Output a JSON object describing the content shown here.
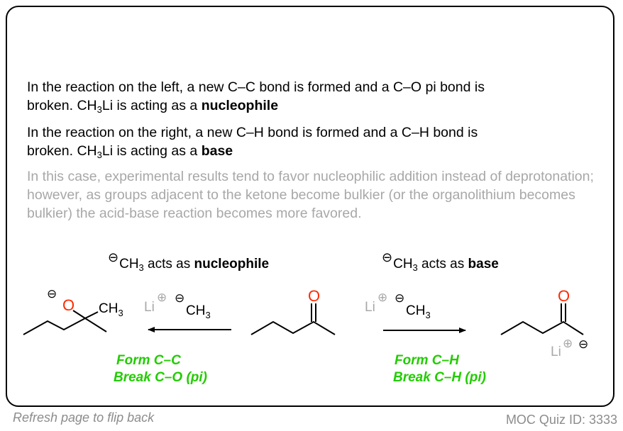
{
  "explanation": {
    "left_reaction": {
      "line1": "In the reaction on the left, a new C–C bond is formed and a C–O pi bond is",
      "line2_prefix": "broken. CH",
      "line2_sub": "3",
      "line2_mid": "Li is acting as a ",
      "line2_bold": "nucleophile"
    },
    "right_reaction": {
      "line1": "In the reaction on the right, a new C–H bond is formed and a C–H bond is",
      "line2_prefix": "broken. CH",
      "line2_sub": "3",
      "line2_mid": "Li is acting as a ",
      "line2_bold": "base"
    },
    "note": "In this case, experimental results tend to favor nucleophilic addition instead of deprotonation; however, as groups adjacent to the ketone become bulkier (or the organolithium becomes bulkier) the acid-base reaction becomes more favored."
  },
  "scheme": {
    "left_caption": {
      "minus": "⊖",
      "ch": "CH",
      "sub": "3",
      "text": " acts as ",
      "bold": "nucleophile"
    },
    "right_caption": {
      "minus": "⊖",
      "ch": "CH",
      "sub": "3",
      "text": " acts as ",
      "bold": "base"
    },
    "labels": {
      "oxygen": "O",
      "ch3": "CH",
      "ch3_sub": "3",
      "li": "Li",
      "plus": "⊕",
      "minus": "⊖"
    },
    "left_result": {
      "line1": "Form C–C",
      "line2": "Break C–O (pi)"
    },
    "right_result": {
      "line1": "Form C–H",
      "line2": "Break C–H (pi)"
    },
    "colors": {
      "oxygen": "#ff2a00",
      "green": "#22cc00",
      "grey": "#a8a8a8"
    }
  },
  "footer": {
    "refresh": "Refresh page to flip back",
    "quiz_id": "MOC Quiz ID: 3333"
  }
}
